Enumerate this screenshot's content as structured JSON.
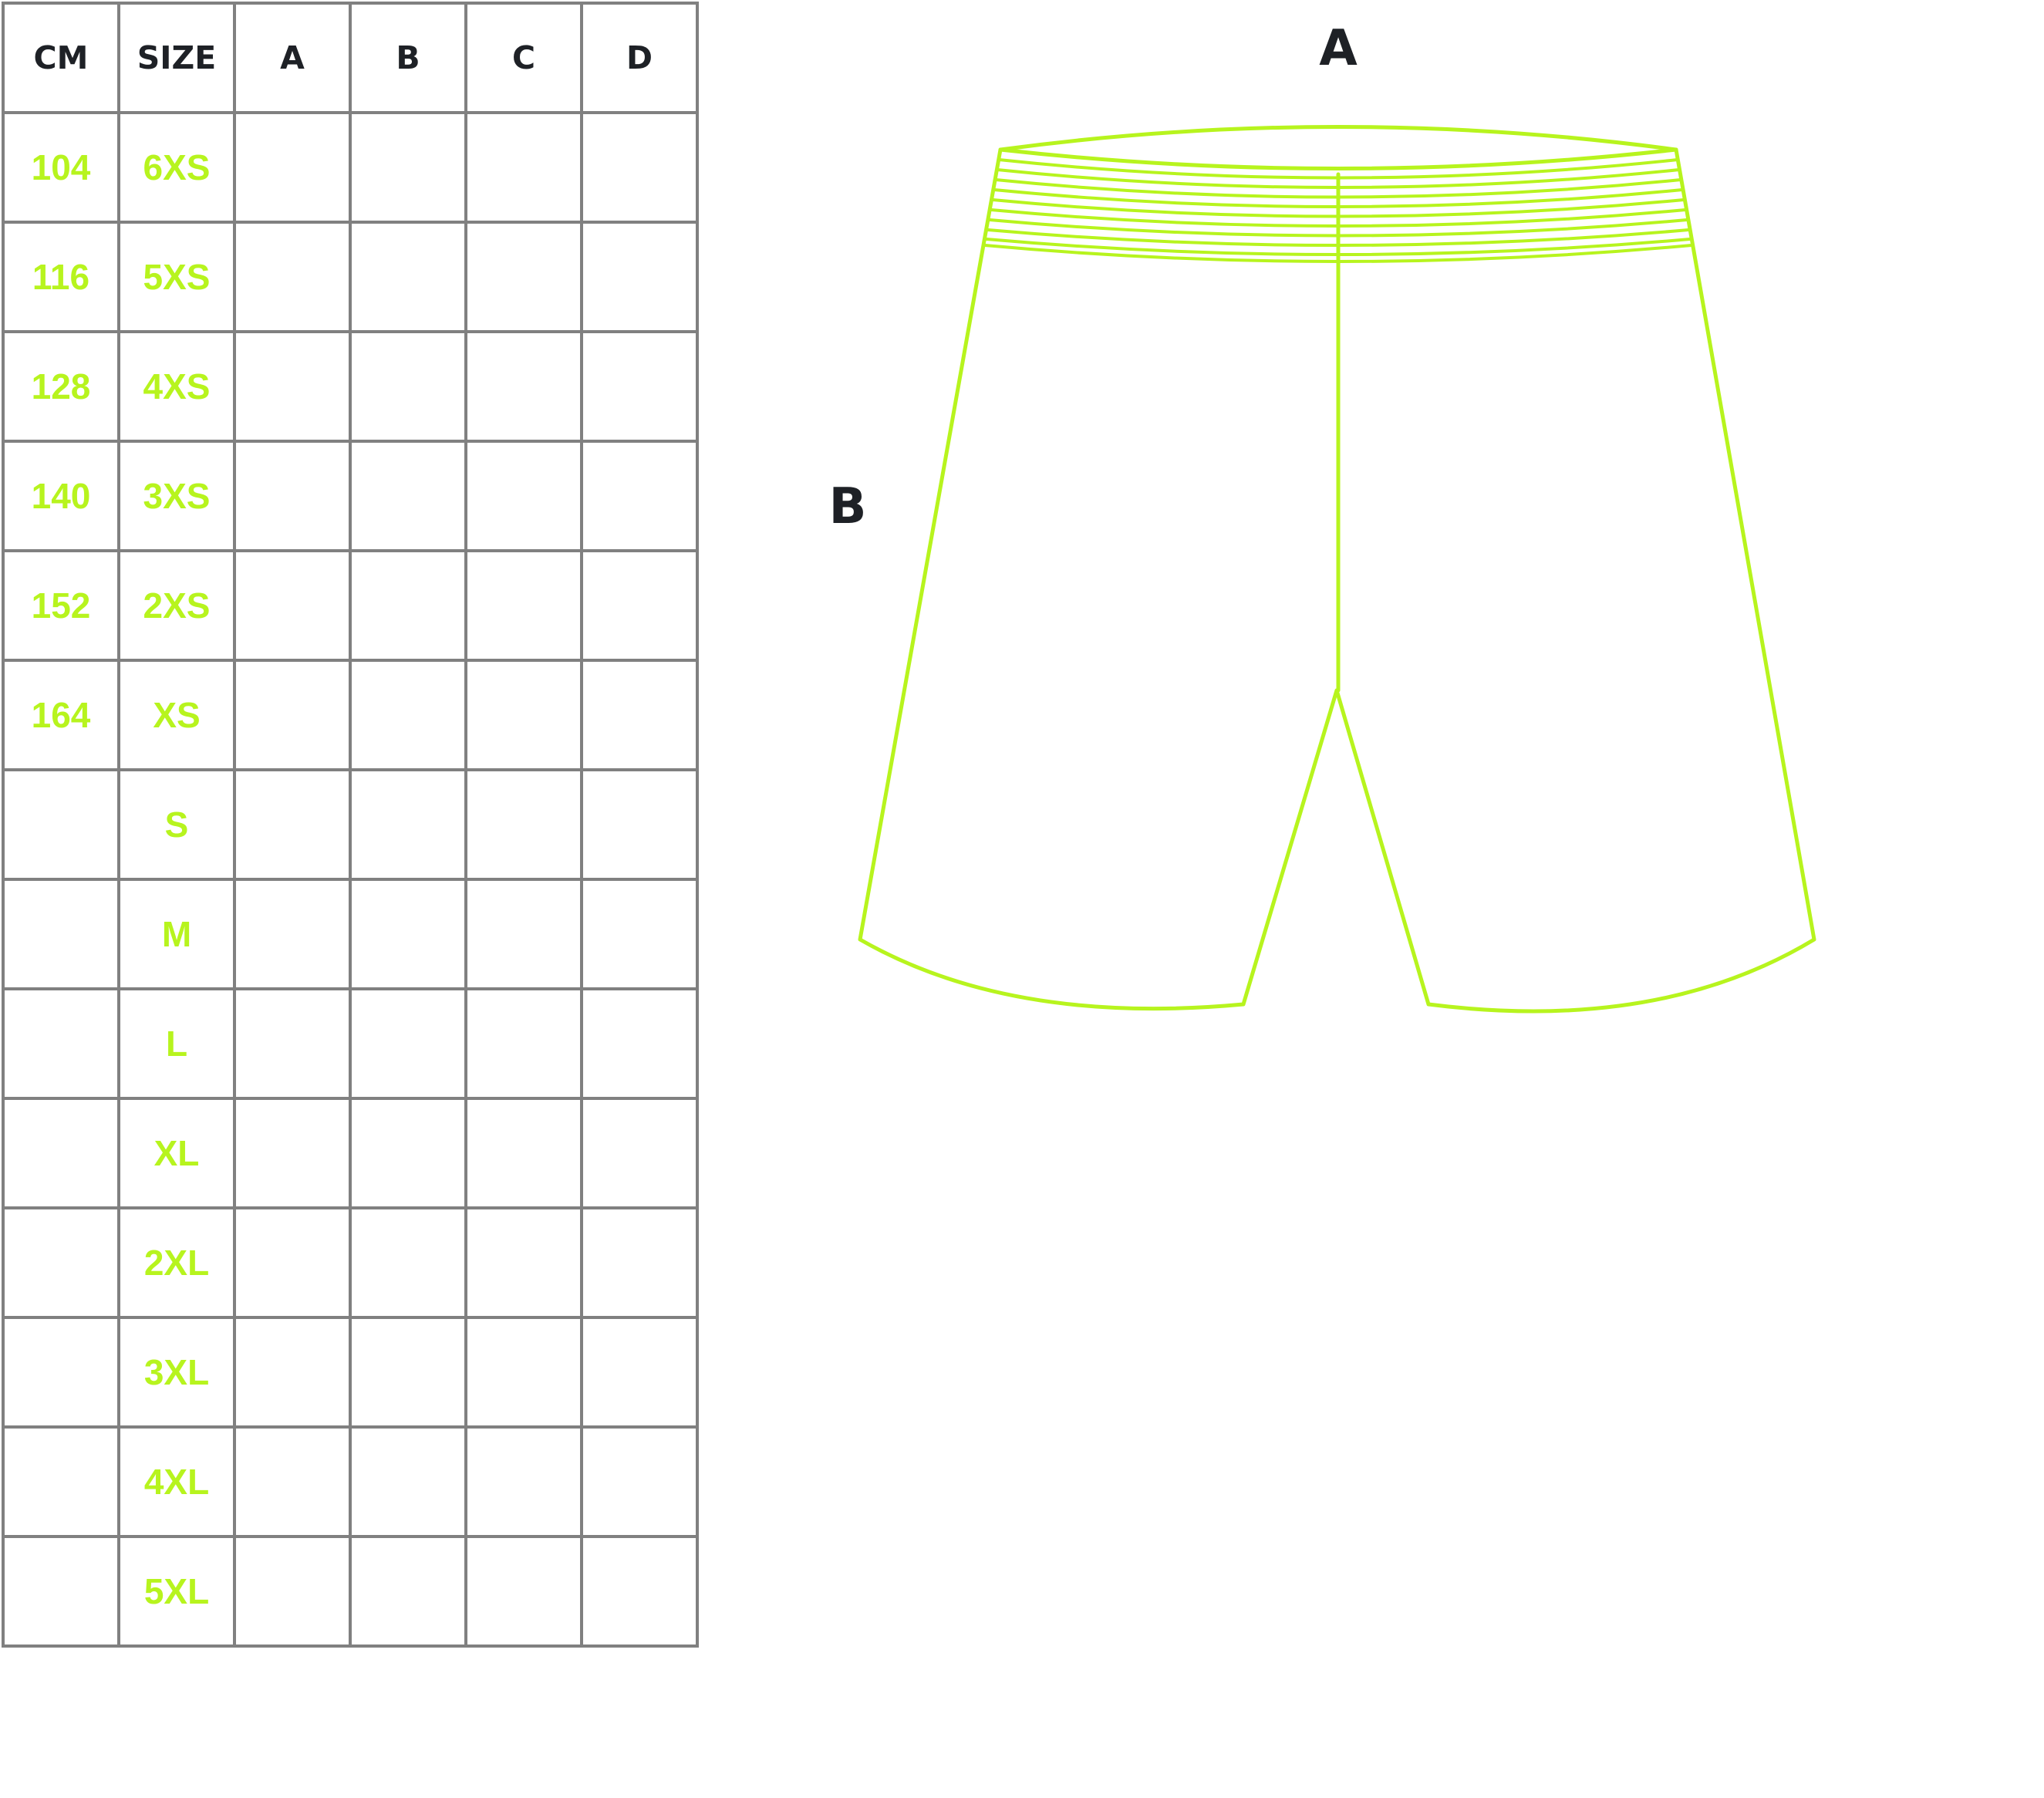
{
  "table": {
    "headers": [
      "CM",
      "SIZE",
      "A",
      "B",
      "C",
      "D"
    ],
    "rows": [
      {
        "cm": "104",
        "size": "6XS"
      },
      {
        "cm": "116",
        "size": "5XS"
      },
      {
        "cm": "128",
        "size": "4XS"
      },
      {
        "cm": "140",
        "size": "3XS"
      },
      {
        "cm": "152",
        "size": "2XS"
      },
      {
        "cm": "164",
        "size": "XS"
      },
      {
        "cm": "",
        "size": "S"
      },
      {
        "cm": "",
        "size": "M"
      },
      {
        "cm": "",
        "size": "L"
      },
      {
        "cm": "",
        "size": "XL"
      },
      {
        "cm": "",
        "size": "2XL"
      },
      {
        "cm": "",
        "size": "3XL"
      },
      {
        "cm": "",
        "size": "4XL"
      },
      {
        "cm": "",
        "size": "5XL"
      }
    ]
  },
  "diagram": {
    "label_a": "A",
    "label_b": "B",
    "icon": "shorts-outline-icon"
  },
  "colors": {
    "accent": "#b7f41e",
    "grid": "#808080",
    "text": "#1e2126"
  }
}
